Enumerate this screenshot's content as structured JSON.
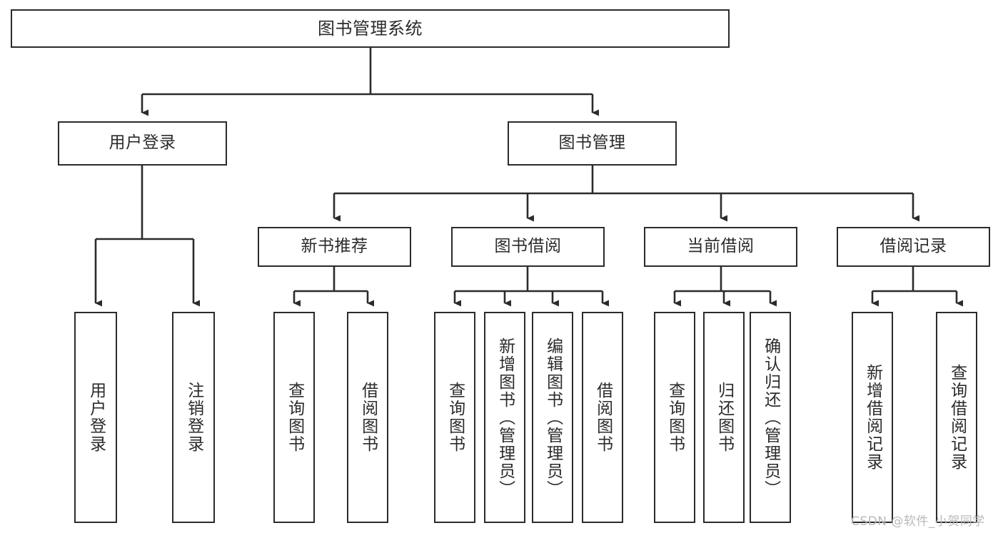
{
  "diagram": {
    "title": "图书管理系统",
    "type": "tree-hierarchy",
    "watermark": "CSDN @软件_小贺同学",
    "colors": {
      "stroke": "#2b2b2b",
      "fill": "#ffffff",
      "background": "#ffffff",
      "watermark": "#b9b9b9"
    },
    "levels": {
      "root": {
        "label": "图书管理系统"
      },
      "level2": [
        {
          "id": "user-login",
          "label": "用户登录"
        },
        {
          "id": "book-manage",
          "label": "图书管理"
        }
      ],
      "level3": [
        {
          "id": "new-book-recommend",
          "label": "新书推荐",
          "parent": "book-manage"
        },
        {
          "id": "book-borrow",
          "label": "图书借阅",
          "parent": "book-manage"
        },
        {
          "id": "current-borrow",
          "label": "当前借阅",
          "parent": "book-manage"
        },
        {
          "id": "borrow-record",
          "label": "借阅记录",
          "parent": "book-manage"
        }
      ],
      "leaves": [
        {
          "id": "leaf-user-login",
          "label": "用户登录",
          "parent": "user-login"
        },
        {
          "id": "leaf-logout-login",
          "label": "注销登录",
          "parent": "user-login"
        },
        {
          "id": "leaf-query-book-1",
          "label": "查询图书",
          "parent": "new-book-recommend"
        },
        {
          "id": "leaf-borrow-book-1",
          "label": "借阅图书",
          "parent": "new-book-recommend"
        },
        {
          "id": "leaf-query-book-2",
          "label": "查询图书",
          "parent": "book-borrow"
        },
        {
          "id": "leaf-add-book",
          "label": "新增图书（管理员）",
          "parent": "book-borrow"
        },
        {
          "id": "leaf-edit-book",
          "label": "编辑图书（管理员）",
          "parent": "book-borrow"
        },
        {
          "id": "leaf-borrow-book-2",
          "label": "借阅图书",
          "parent": "book-borrow"
        },
        {
          "id": "leaf-query-book-3",
          "label": "查询图书",
          "parent": "current-borrow"
        },
        {
          "id": "leaf-return-book",
          "label": "归还图书",
          "parent": "current-borrow"
        },
        {
          "id": "leaf-confirm-return",
          "label": "确认归还（管理员）",
          "parent": "current-borrow"
        },
        {
          "id": "leaf-add-record",
          "label": "新增借阅记录",
          "parent": "borrow-record"
        },
        {
          "id": "leaf-query-record",
          "label": "查询借阅记录",
          "parent": "borrow-record"
        }
      ]
    }
  }
}
